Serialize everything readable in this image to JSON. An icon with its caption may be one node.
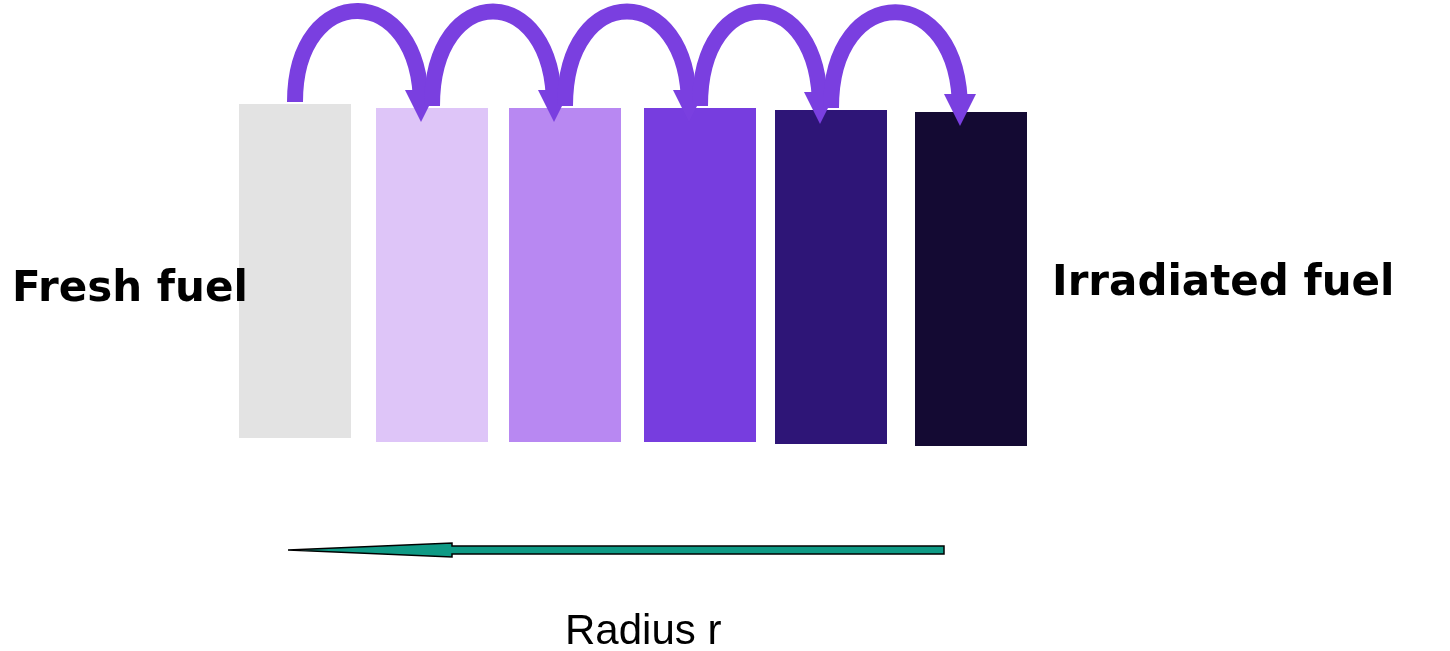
{
  "diagram": {
    "nodes": [
      {
        "text": [],
        "shape": "bar"
      },
      {
        "text": [],
        "shape": "bar"
      },
      {
        "text": [],
        "shape": "bar"
      },
      {
        "text": [],
        "shape": "bar"
      },
      {
        "text": [],
        "shape": "bar"
      },
      {
        "text": [],
        "shape": "bar"
      }
    ],
    "edges": [
      {
        "from": 0,
        "to": 1,
        "arrow": "to"
      },
      {
        "from": 1,
        "to": 2,
        "arrow": "to"
      },
      {
        "from": 2,
        "to": 3,
        "arrow": "to"
      },
      {
        "from": 3,
        "to": 4,
        "arrow": "to"
      },
      {
        "from": 4,
        "to": 5,
        "arrow": "to"
      }
    ],
    "labels": [
      "Fresh fuel",
      "Irradiated fuel",
      "Radius r"
    ]
  }
}
